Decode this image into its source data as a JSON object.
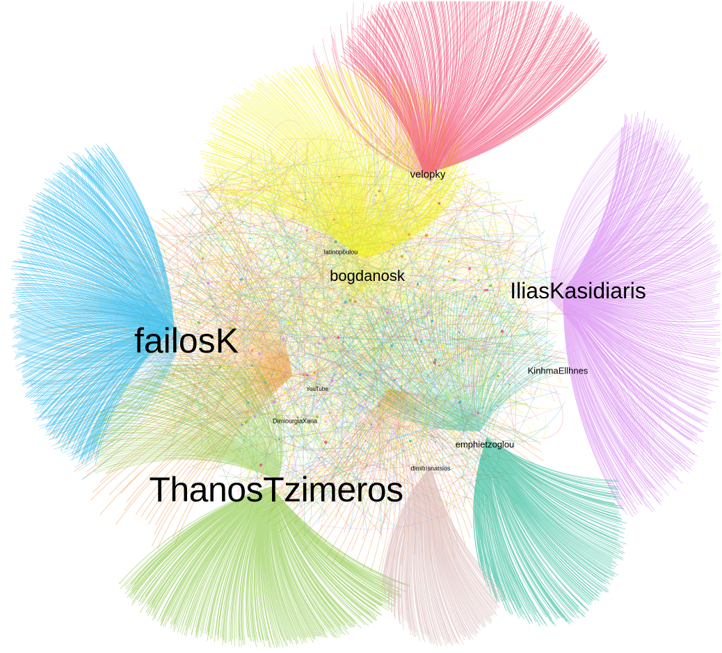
{
  "graph": {
    "communities": [
      {
        "label": "failosK",
        "color": "#1db7ef"
      },
      {
        "label": "ThanosTzimeros",
        "color": "#7cc12b"
      },
      {
        "label": "IliasKasidiaris",
        "color": "#d785f2"
      },
      {
        "label": "bogdanosk",
        "color": "#f2f000"
      },
      {
        "label": "velopky",
        "color": "#f2476f"
      },
      {
        "label": "emphietzoglou",
        "color": "#1fb894"
      },
      {
        "label": "dimitrisnatsios",
        "color": "#d9b8b6"
      },
      {
        "label": "",
        "color": "#f08a2c"
      }
    ],
    "labels": {
      "thanos": "ThanosTzimeros",
      "failos": "failosK",
      "ilias": "IliasKasidiaris",
      "bogdan": "bogdanosk",
      "velopky": "velopky",
      "kinhma": "KinhmaEllhnes",
      "emphi": "emphietzoglou",
      "dimitris": "dimitrisnatsios",
      "latin": "latinopoulou",
      "youtube": "YouTube",
      "dimiourgia": "DimiourgiaXana"
    }
  }
}
